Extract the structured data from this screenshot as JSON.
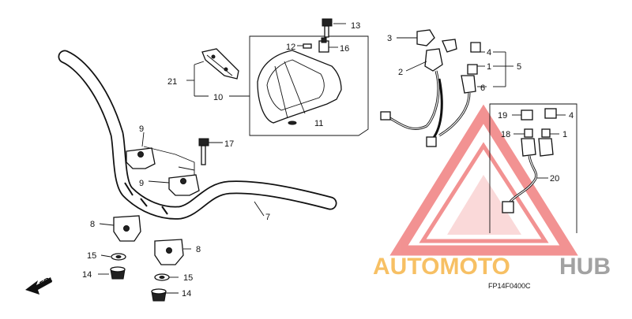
{
  "diagram": {
    "code": "FP14F0400C",
    "watermark": {
      "word_a": "AUTOMOTO",
      "word_b": "HUB"
    },
    "direction": "FR.",
    "callouts": {
      "c1a": "1",
      "c1b": "1",
      "c2": "2",
      "c3": "3",
      "c4a": "4",
      "c4b": "4",
      "c5": "5",
      "c6": "6",
      "c7": "7",
      "c8a": "8",
      "c8b": "8",
      "c9a": "9",
      "c9b": "9",
      "c10": "10",
      "c11": "11",
      "c12": "12",
      "c13": "13",
      "c14a": "14",
      "c14b": "14",
      "c15a": "15",
      "c15b": "15",
      "c16": "16",
      "c17": "17",
      "c18": "18",
      "c19": "19",
      "c20": "20",
      "c21": "21"
    }
  },
  "colors": {
    "watermark_red": "#e83a3a",
    "watermark_orange": "#f5a623",
    "watermark_gray": "#8c8c8c",
    "line": "#111111"
  }
}
